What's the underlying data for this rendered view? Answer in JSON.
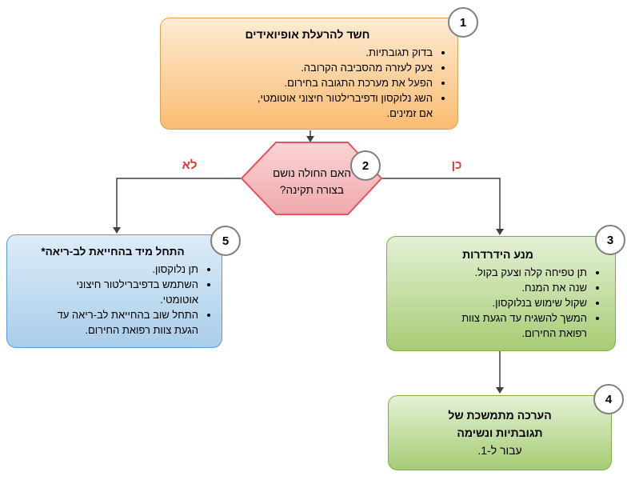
{
  "colors": {
    "step1_fill_top": "#FDEBD2",
    "step1_fill_bottom": "#F9BC72",
    "step1_border": "#DFA254",
    "decision_fill_top": "#FAD4D5",
    "decision_fill_bottom": "#F0A9AC",
    "decision_border": "#E25560",
    "step3_fill_top": "#E4F1D5",
    "step3_fill_bottom": "#A6CC74",
    "step3_border": "#7FAF44",
    "step5_fill_top": "#DDECF8",
    "step5_fill_bottom": "#A9CDE9",
    "step5_border": "#5B9BD5",
    "yes_no_label": "#E0362E",
    "connector": "#3F3F3F",
    "badge_border": "#7F7F7F",
    "badge_fill": "#FFFFFF",
    "text": "#000000"
  },
  "nodes": {
    "step1": {
      "number": "1",
      "title": "חשד להרעלת אופיואידים",
      "bullets": [
        "בדוק תגובתיות.",
        "צעק לעזרה מהסביבה הקרובה.",
        "הפעל את מערכת התגובה בחירום.",
        "השג נלוקסון ודפיברילטור חיצוני אוטומטי,\nאם זמינים."
      ]
    },
    "decision": {
      "number": "2",
      "question": "האם החולה נושם\nבצורה תקינה?"
    },
    "step3": {
      "number": "3",
      "title": "מנע הידרדרות",
      "bullets": [
        "תן טפיחה קלה וצעק בקול.",
        "שנה את המנח.",
        "שקול שימוש בנלוקסון.",
        "המשך להשגיח עד הגעת צוות\nרפואת החירום."
      ]
    },
    "step4": {
      "number": "4",
      "title": "הערכה מתמשכת של\nתגובתיות ונשימה",
      "note": "עבור ל-1."
    },
    "step5": {
      "number": "5",
      "title": "התחל מיד בהחייאת לב-ריאה*",
      "bullets": [
        "תן נלוקסון.",
        "השתמש בדפיברילטור חיצוני\nאוטומטי.",
        "התחל שוב בהחייאת לב-ריאה עד\nהגעת צוות רפואת החירום."
      ]
    }
  },
  "edges": {
    "no_label": "לא",
    "yes_label": "כן"
  }
}
